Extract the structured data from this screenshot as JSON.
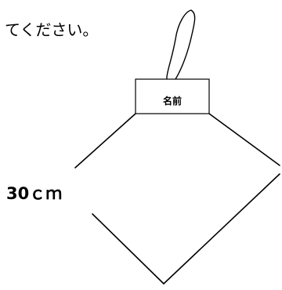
{
  "instruction_text": "てください。",
  "name_tag_text": "名前",
  "dimension_label": "30ｃｍ"
}
